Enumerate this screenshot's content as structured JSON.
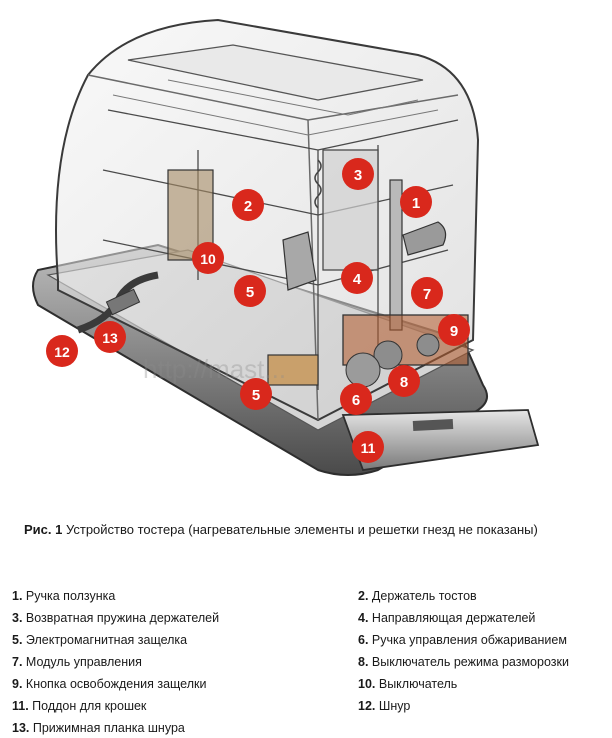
{
  "figure": {
    "watermark": "http://mast...",
    "callouts": [
      "1",
      "2",
      "3",
      "4",
      "5",
      "7",
      "10",
      "12",
      "13",
      "5",
      "6",
      "8",
      "9",
      "11"
    ]
  },
  "caption": {
    "label": "Рис. 1",
    "text": " Устройство тостера (нагревательные элементы и решетки гнезд не показаны)"
  },
  "legend": [
    {
      "num": "1.",
      "text": " Ручка ползунка"
    },
    {
      "num": "2.",
      "text": " Держатель тостов"
    },
    {
      "num": "3.",
      "text": " Возвратная пружина держателей"
    },
    {
      "num": "4.",
      "text": " Направляющая держателей"
    },
    {
      "num": "5.",
      "text": " Электромагнитная защелка"
    },
    {
      "num": "6.",
      "text": " Ручка управления обжариванием"
    },
    {
      "num": "7.",
      "text": " Модуль управления"
    },
    {
      "num": "8.",
      "text": " Выключатель режима разморозки"
    },
    {
      "num": "9.",
      "text": " Кнопка освобождения защелки"
    },
    {
      "num": "10.",
      "text": " Выключатель"
    },
    {
      "num": "11.",
      "text": " Поддон для крошек"
    },
    {
      "num": "12.",
      "text": " Шнур"
    },
    {
      "num": "13.",
      "text": " Прижимная планка шнура"
    }
  ],
  "colors": {
    "callout": "#d9281c",
    "callout_text": "#ffffff",
    "outline": "#2e2e2e",
    "glass": "#dcdcdc",
    "metal": "#8a8a8a"
  }
}
